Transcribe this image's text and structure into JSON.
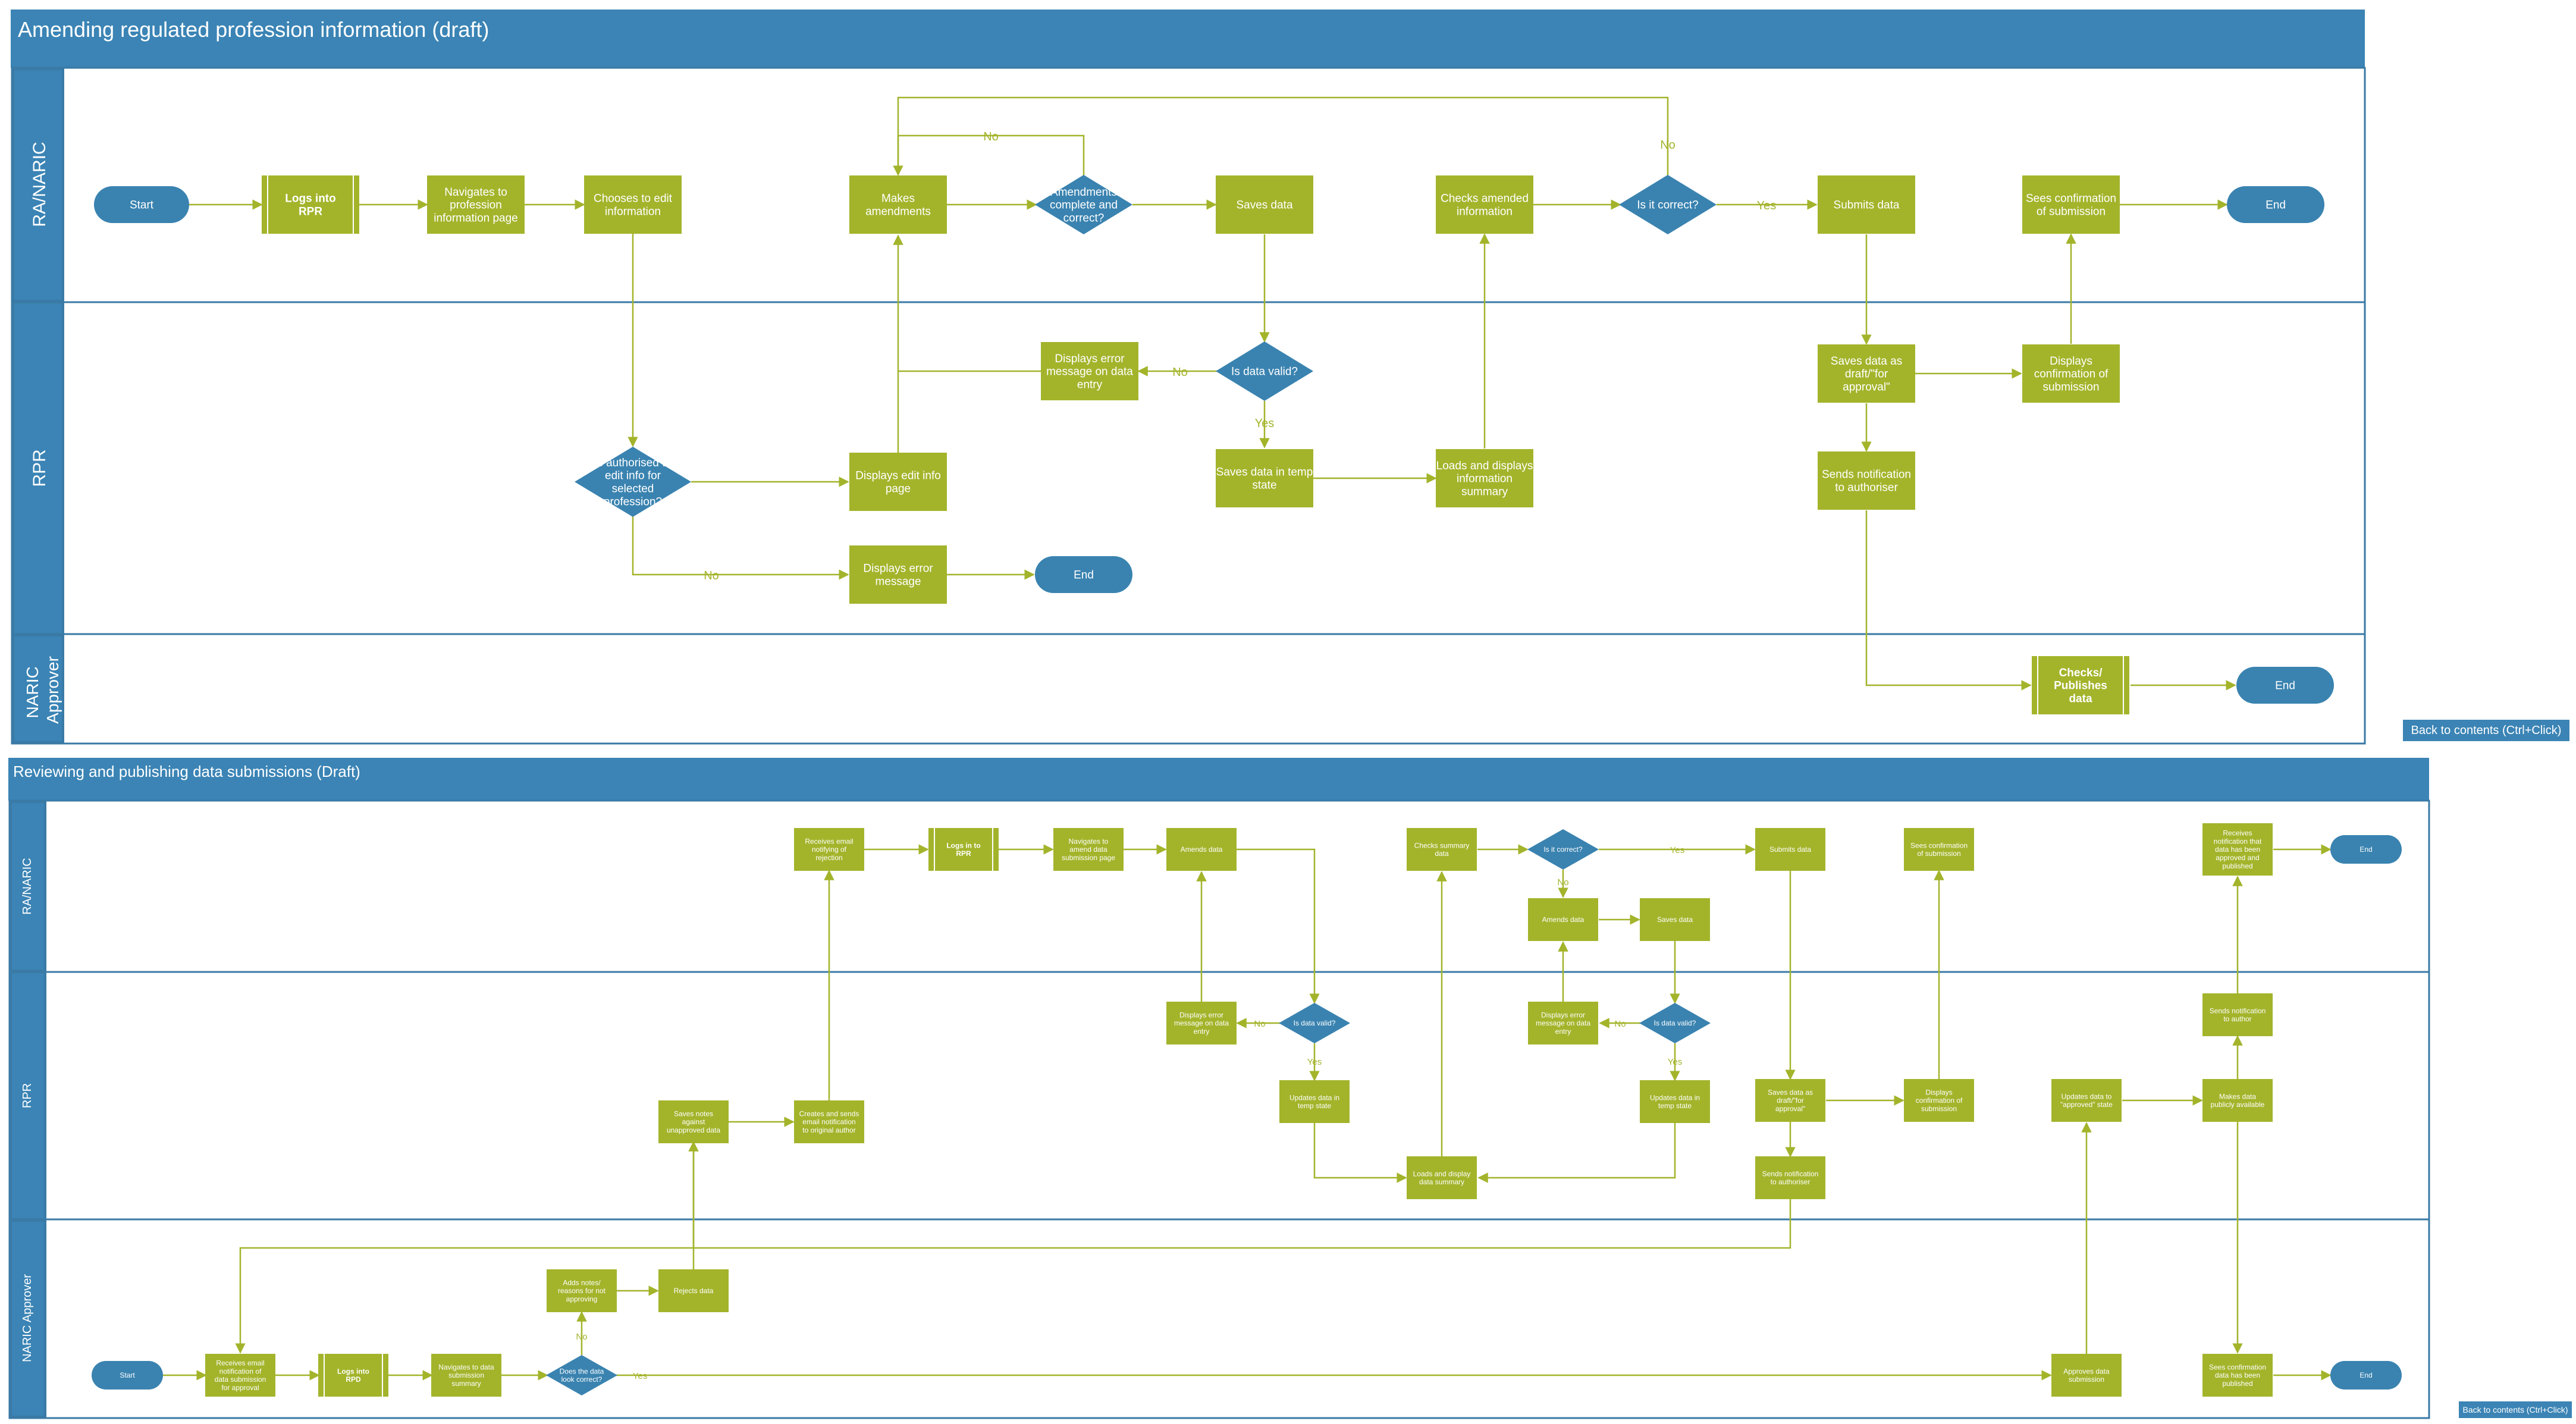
{
  "diagram1": {
    "title": "Amending regulated profession information (draft)",
    "lanes": [
      "RA/NARIC",
      "RPR",
      "NARIC Approver"
    ],
    "back_link": "Back to contents (Ctrl+Click)",
    "nodes": {
      "start": "Start",
      "logs_into": [
        "Logs into",
        "RPR"
      ],
      "navigates": [
        "Navigates to",
        "profession",
        "information page"
      ],
      "chooses": [
        "Chooses to edit",
        "information"
      ],
      "makes_amend": [
        "Makes",
        "amendments"
      ],
      "amend_complete": [
        "Amendments",
        "complete and",
        "correct?"
      ],
      "saves_data": "Saves data",
      "checks_amended": [
        "Checks amended",
        "information"
      ],
      "is_correct": "Is it correct?",
      "submits": "Submits data",
      "sees_confirm": [
        "Sees confirmation",
        "of submission"
      ],
      "end1": "End",
      "displays_error_entry": [
        "Displays error",
        "message on data",
        "entry"
      ],
      "is_valid": "Is data valid?",
      "authorised": [
        "Is authorised to",
        "edit info for",
        "selected",
        "profession?"
      ],
      "displays_edit": [
        "Displays edit info",
        "page"
      ],
      "saves_temp": [
        "Saves data in temp",
        "state"
      ],
      "loads_summary": [
        "Loads and displays",
        "information",
        "summary"
      ],
      "saves_draft": [
        "Saves data as",
        "draft/\"for",
        "approval\""
      ],
      "displays_confirm": [
        "Displays",
        "confirmation of",
        "submission"
      ],
      "sends_notif": [
        "Sends notification",
        "to authoriser"
      ],
      "displays_error": [
        "Displays error",
        "message"
      ],
      "end2": "End",
      "checks_publishes": [
        "Checks/",
        "Publishes",
        "data"
      ],
      "end3": "End"
    },
    "labels": {
      "no": "No",
      "yes": "Yes"
    }
  },
  "diagram2": {
    "title": "Reviewing and publishing data submissions (Draft)",
    "lanes": [
      "RA/NARIC",
      "RPR",
      "NARIC Approver"
    ],
    "back_link": "Back to contents (Ctrl+Click)",
    "nodes": {
      "receives_reject": [
        "Receives email",
        "notifying of",
        "rejection"
      ],
      "logs_in": [
        "Logs in to",
        "RPR"
      ],
      "navigates_amend": [
        "Navigates to",
        "amend data",
        "submission page"
      ],
      "amends1": "Amends data",
      "checks_summary": [
        "Checks summary",
        "data"
      ],
      "is_correct": "Is it correct?",
      "submits": "Submits data",
      "sees_confirm": [
        "Sees confirmation",
        "of submission"
      ],
      "receives_approved": [
        "Receives",
        "notification that",
        "data has been",
        "approved and",
        "published"
      ],
      "end1": "End",
      "amends2": "Amends data",
      "saves_data": "Saves data",
      "error1": [
        "Displays error",
        "message on data",
        "entry"
      ],
      "valid1": "Is data valid?",
      "error2": [
        "Displays error",
        "message on data",
        "entry"
      ],
      "valid2": "Is data valid?",
      "sends_author": [
        "Sends notification",
        "to author"
      ],
      "saves_notes": [
        "Saves notes",
        "against",
        "unapproved data"
      ],
      "creates_sends": [
        "Creates and sends",
        "email notification",
        "to original author"
      ],
      "updates_temp1": [
        "Updates data in",
        "temp state"
      ],
      "updates_temp2": [
        "Updates data in",
        "temp state"
      ],
      "saves_draft": [
        "Saves data as",
        "draft/\"for",
        "approval\""
      ],
      "displays_confirm": [
        "Displays",
        "confirmation of",
        "submission"
      ],
      "updates_approved": [
        "Updates data to",
        "\"approved\" state"
      ],
      "makes_public": [
        "Makes data",
        "publicly available"
      ],
      "loads_summary": [
        "Loads and display",
        "data summary"
      ],
      "sends_authoriser": [
        "Sends notification",
        "to authoriser"
      ],
      "start": "Start",
      "receives_email": [
        "Receives email",
        "notification of",
        "data submission",
        "for approval"
      ],
      "logs_into_rpd": [
        "Logs into",
        "RPD"
      ],
      "navigates_summary": [
        "Navigates to data",
        "submission",
        "summary"
      ],
      "does_look": [
        "Does the data",
        "look correct?"
      ],
      "adds_notes": [
        "Adds notes/",
        "reasons for not",
        "approving"
      ],
      "rejects": "Rejects data",
      "approves": [
        "Approves data",
        "submission"
      ],
      "sees_published": [
        "Sees confirmation",
        "data has been",
        "published"
      ],
      "end2": "End"
    },
    "labels": {
      "no": "No",
      "yes": "Yes"
    }
  },
  "colors": {
    "process": "#a3b42b",
    "decision": "#3a83b0",
    "header": "#3b84b5",
    "connector": "#a3b42b",
    "lane_border": "#3a7aa6"
  }
}
